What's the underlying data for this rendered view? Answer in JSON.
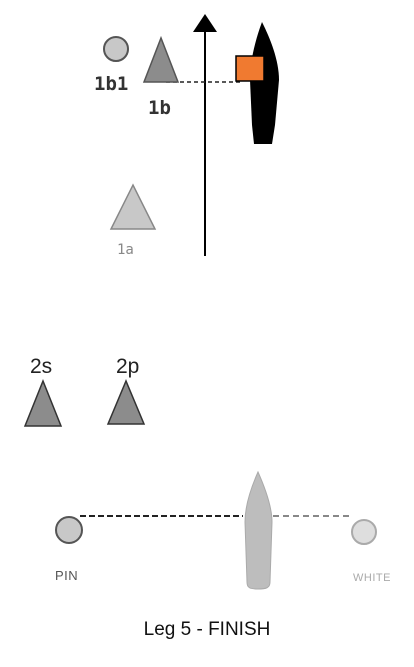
{
  "marks": {
    "label_1b1": "1b1",
    "label_1b": "1b",
    "label_1a": "1a",
    "label_2s": "2s",
    "label_2p": "2p",
    "label_pin": "PIN",
    "label_white": "WHITE"
  },
  "caption": "Leg 5 - FINISH",
  "colors": {
    "committee_boat": "#000000",
    "committee_flag": "#f07a30",
    "mark_dark": "#8c8c8c",
    "mark_light": "#c8c8c8",
    "finish_boat": "#bdbdbd"
  },
  "icons": {
    "wind_direction": "arrow-up-icon"
  }
}
